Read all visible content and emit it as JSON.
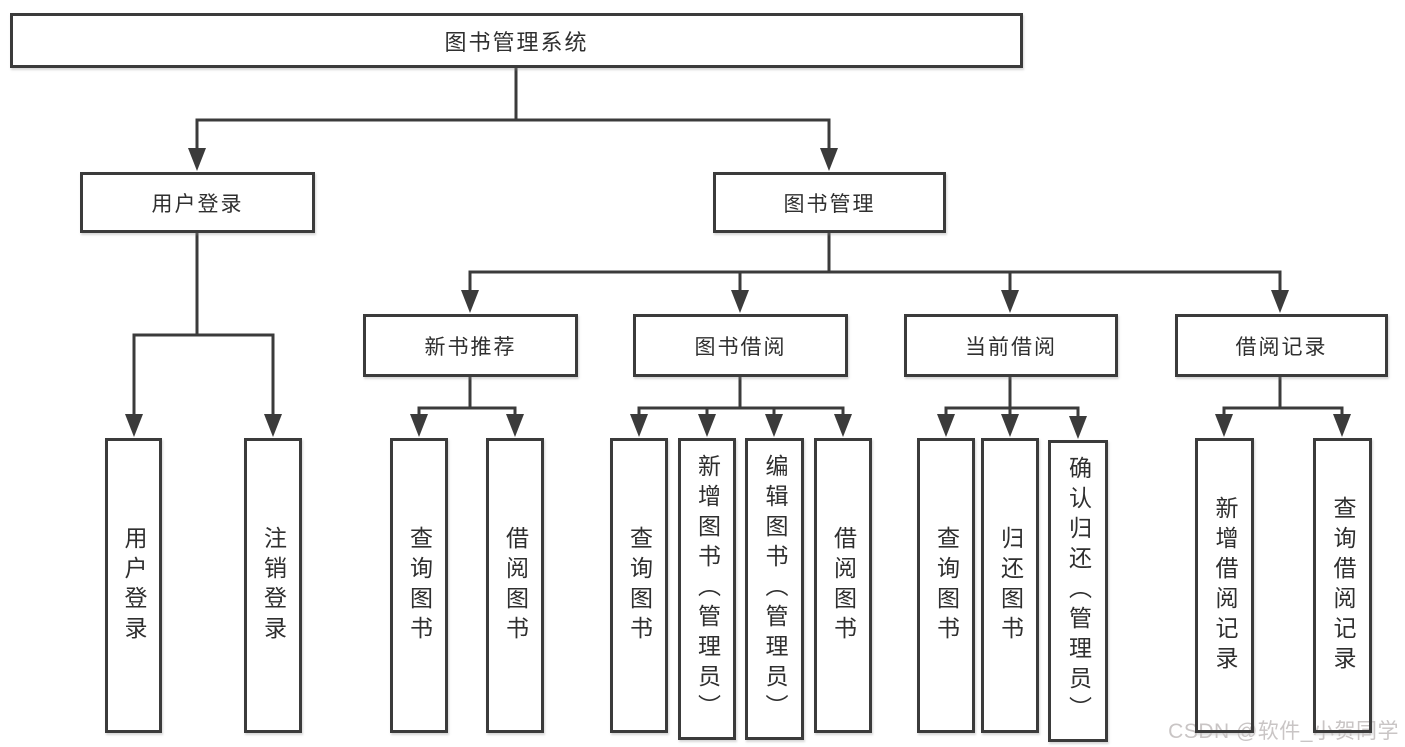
{
  "diagram": {
    "root": {
      "label": "图书管理系统"
    },
    "branches": [
      {
        "label": "用户登录",
        "children": [
          "用户登录",
          "注销登录"
        ]
      },
      {
        "label": "图书管理",
        "groups": [
          {
            "label": "新书推荐",
            "children": [
              "查询图书",
              "借阅图书"
            ]
          },
          {
            "label": "图书借阅",
            "children": [
              "查询图书",
              "新增图书（管理员）",
              "编辑图书（管理员）",
              "借阅图书"
            ]
          },
          {
            "label": "当前借阅",
            "children": [
              "查询图书",
              "归还图书",
              "确认归还（管理员）"
            ]
          },
          {
            "label": "借阅记录",
            "children": [
              "新增借阅记录",
              "查询借阅记录"
            ]
          }
        ]
      }
    ]
  },
  "watermark": "CSDN @软件_小贺同学",
  "colors": {
    "line": "#3b3b3b",
    "box_border": "#3b3b3b",
    "text": "#2f2f2f",
    "watermark": "#c9c5c5",
    "background": "#ffffff"
  }
}
